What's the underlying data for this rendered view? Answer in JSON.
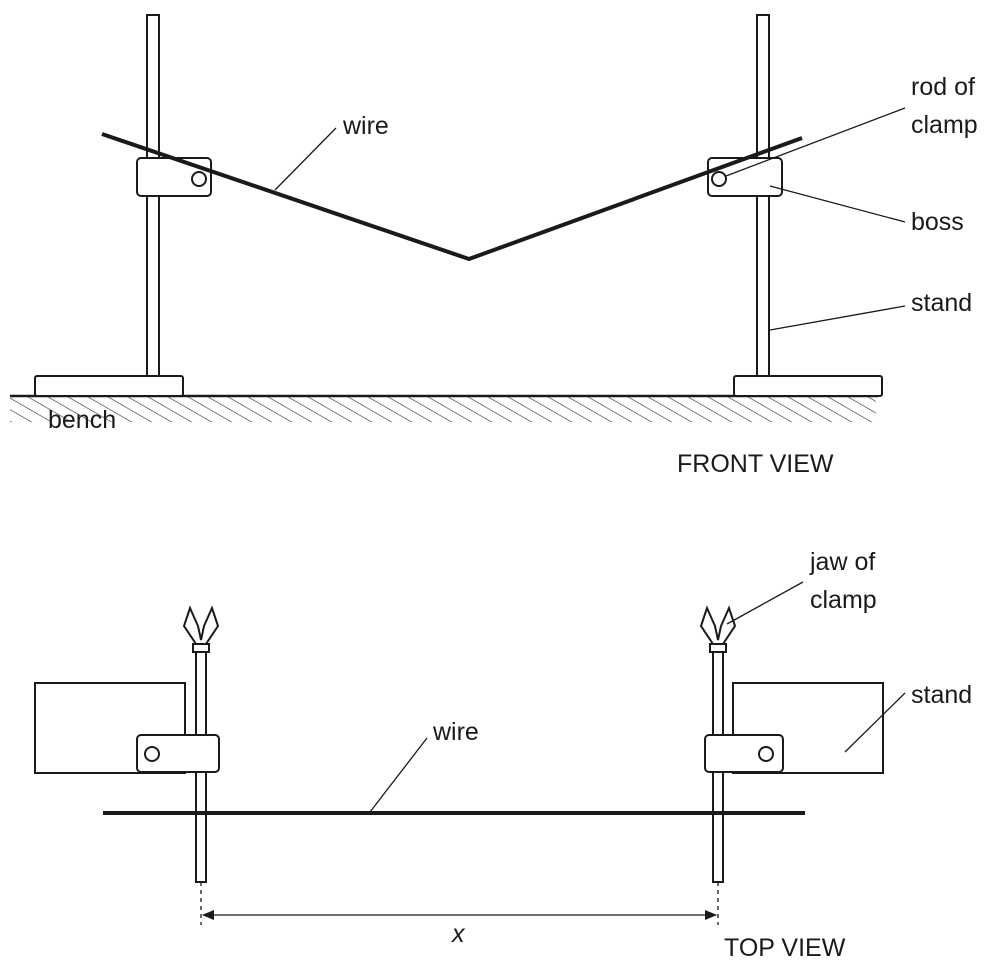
{
  "front_view": {
    "view_label": "FRONT VIEW",
    "labels": {
      "wire": "wire",
      "rod_of_clamp_line1": "rod of",
      "rod_of_clamp_line2": "clamp",
      "boss": "boss",
      "stand": "stand",
      "bench": "bench"
    }
  },
  "top_view": {
    "view_label": "TOP VIEW",
    "labels": {
      "jaw_of_clamp_line1": "jaw of",
      "jaw_of_clamp_line2": "clamp",
      "stand": "stand",
      "wire": "wire",
      "distance": "x"
    }
  }
}
